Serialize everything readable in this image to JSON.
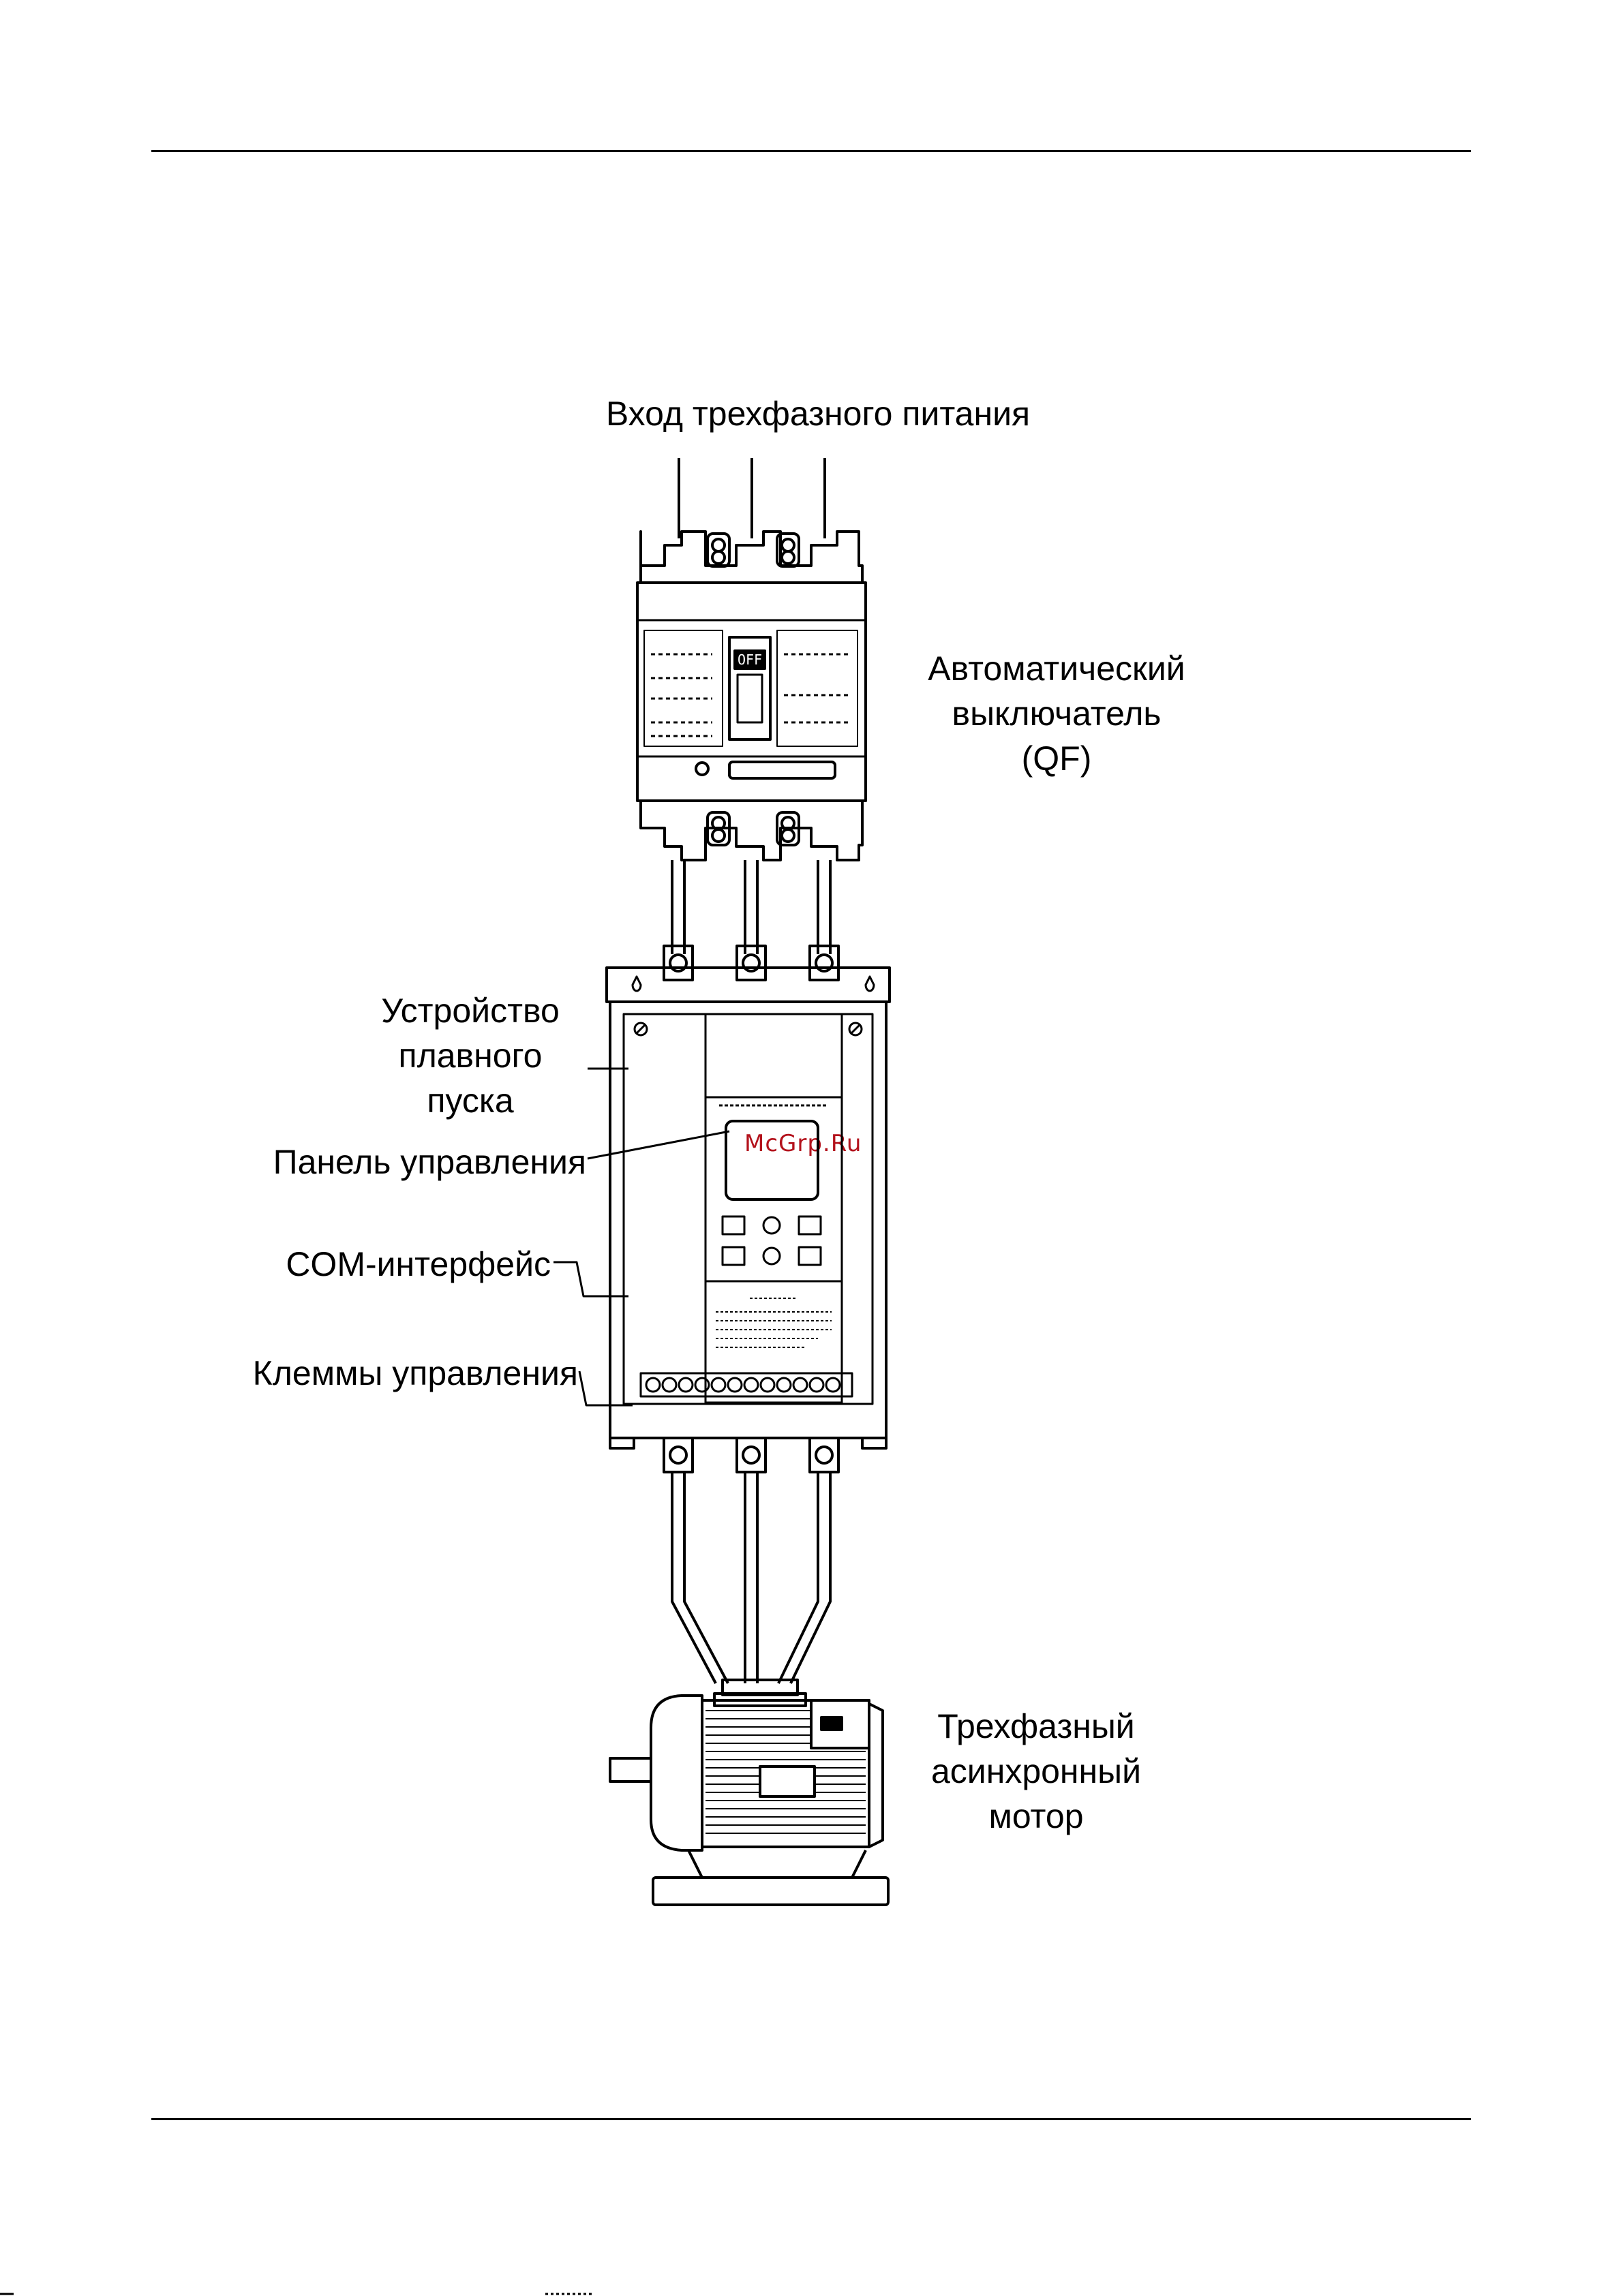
{
  "labels": {
    "power_input": "Вход трехфазного питания",
    "breaker_line1": "Автоматический",
    "breaker_line2": "выключатель",
    "breaker_line3": "(QF)",
    "softstarter_line1": "Устройство",
    "softstarter_line2": "плавного",
    "softstarter_line3": "пуска",
    "control_panel": "Панель управления",
    "com_interface": "COM-интерфейс",
    "control_terminals": "Клеммы управления",
    "motor_line1": "Трехфазный",
    "motor_line2": "асинхронный",
    "motor_line3": "мотор"
  },
  "breaker": {
    "switch_text": "OFF"
  },
  "watermark": "McGrp.Ru",
  "colors": {
    "ink": "#000000",
    "paper": "#ffffff",
    "watermark": "#b3121c"
  }
}
